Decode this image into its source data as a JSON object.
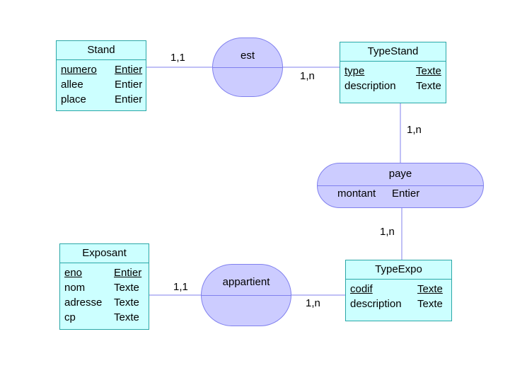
{
  "entities": {
    "stand": {
      "name": "Stand",
      "attributes": [
        {
          "name": "numero",
          "type": "Entier",
          "key": true
        },
        {
          "name": "allee",
          "type": "Entier",
          "key": false
        },
        {
          "name": "place",
          "type": "Entier",
          "key": false
        }
      ]
    },
    "typestand": {
      "name": "TypeStand",
      "attributes": [
        {
          "name": "type",
          "type": "Texte",
          "key": true
        },
        {
          "name": "description",
          "type": "Texte",
          "key": false
        }
      ]
    },
    "exposant": {
      "name": "Exposant",
      "attributes": [
        {
          "name": "eno",
          "type": "Entier",
          "key": true
        },
        {
          "name": "nom",
          "type": "Texte",
          "key": false
        },
        {
          "name": "adresse",
          "type": "Texte",
          "key": false
        },
        {
          "name": "cp",
          "type": "Texte",
          "key": false
        }
      ]
    },
    "typeexpo": {
      "name": "TypeExpo",
      "attributes": [
        {
          "name": "codif",
          "type": "Texte",
          "key": true
        },
        {
          "name": "description",
          "type": "Texte",
          "key": false
        }
      ]
    }
  },
  "associations": {
    "est": {
      "name": "est"
    },
    "paye": {
      "name": "paye",
      "attributes": [
        {
          "name": "montant",
          "type": "Entier"
        }
      ]
    },
    "appartient": {
      "name": "appartient"
    }
  },
  "cardinalities": {
    "stand_est": "1,1",
    "typestand_est": "1,n",
    "typestand_paye": "1,n",
    "typeexpo_paye": "1,n",
    "exposant_appartient": "1,1",
    "typeexpo_appartient": "1,n"
  },
  "colors": {
    "entity_fill": "#ccffff",
    "entity_border": "#2aa7a7",
    "association_fill": "#ccccff",
    "association_border": "#8080ee",
    "link": "#8080ee"
  }
}
